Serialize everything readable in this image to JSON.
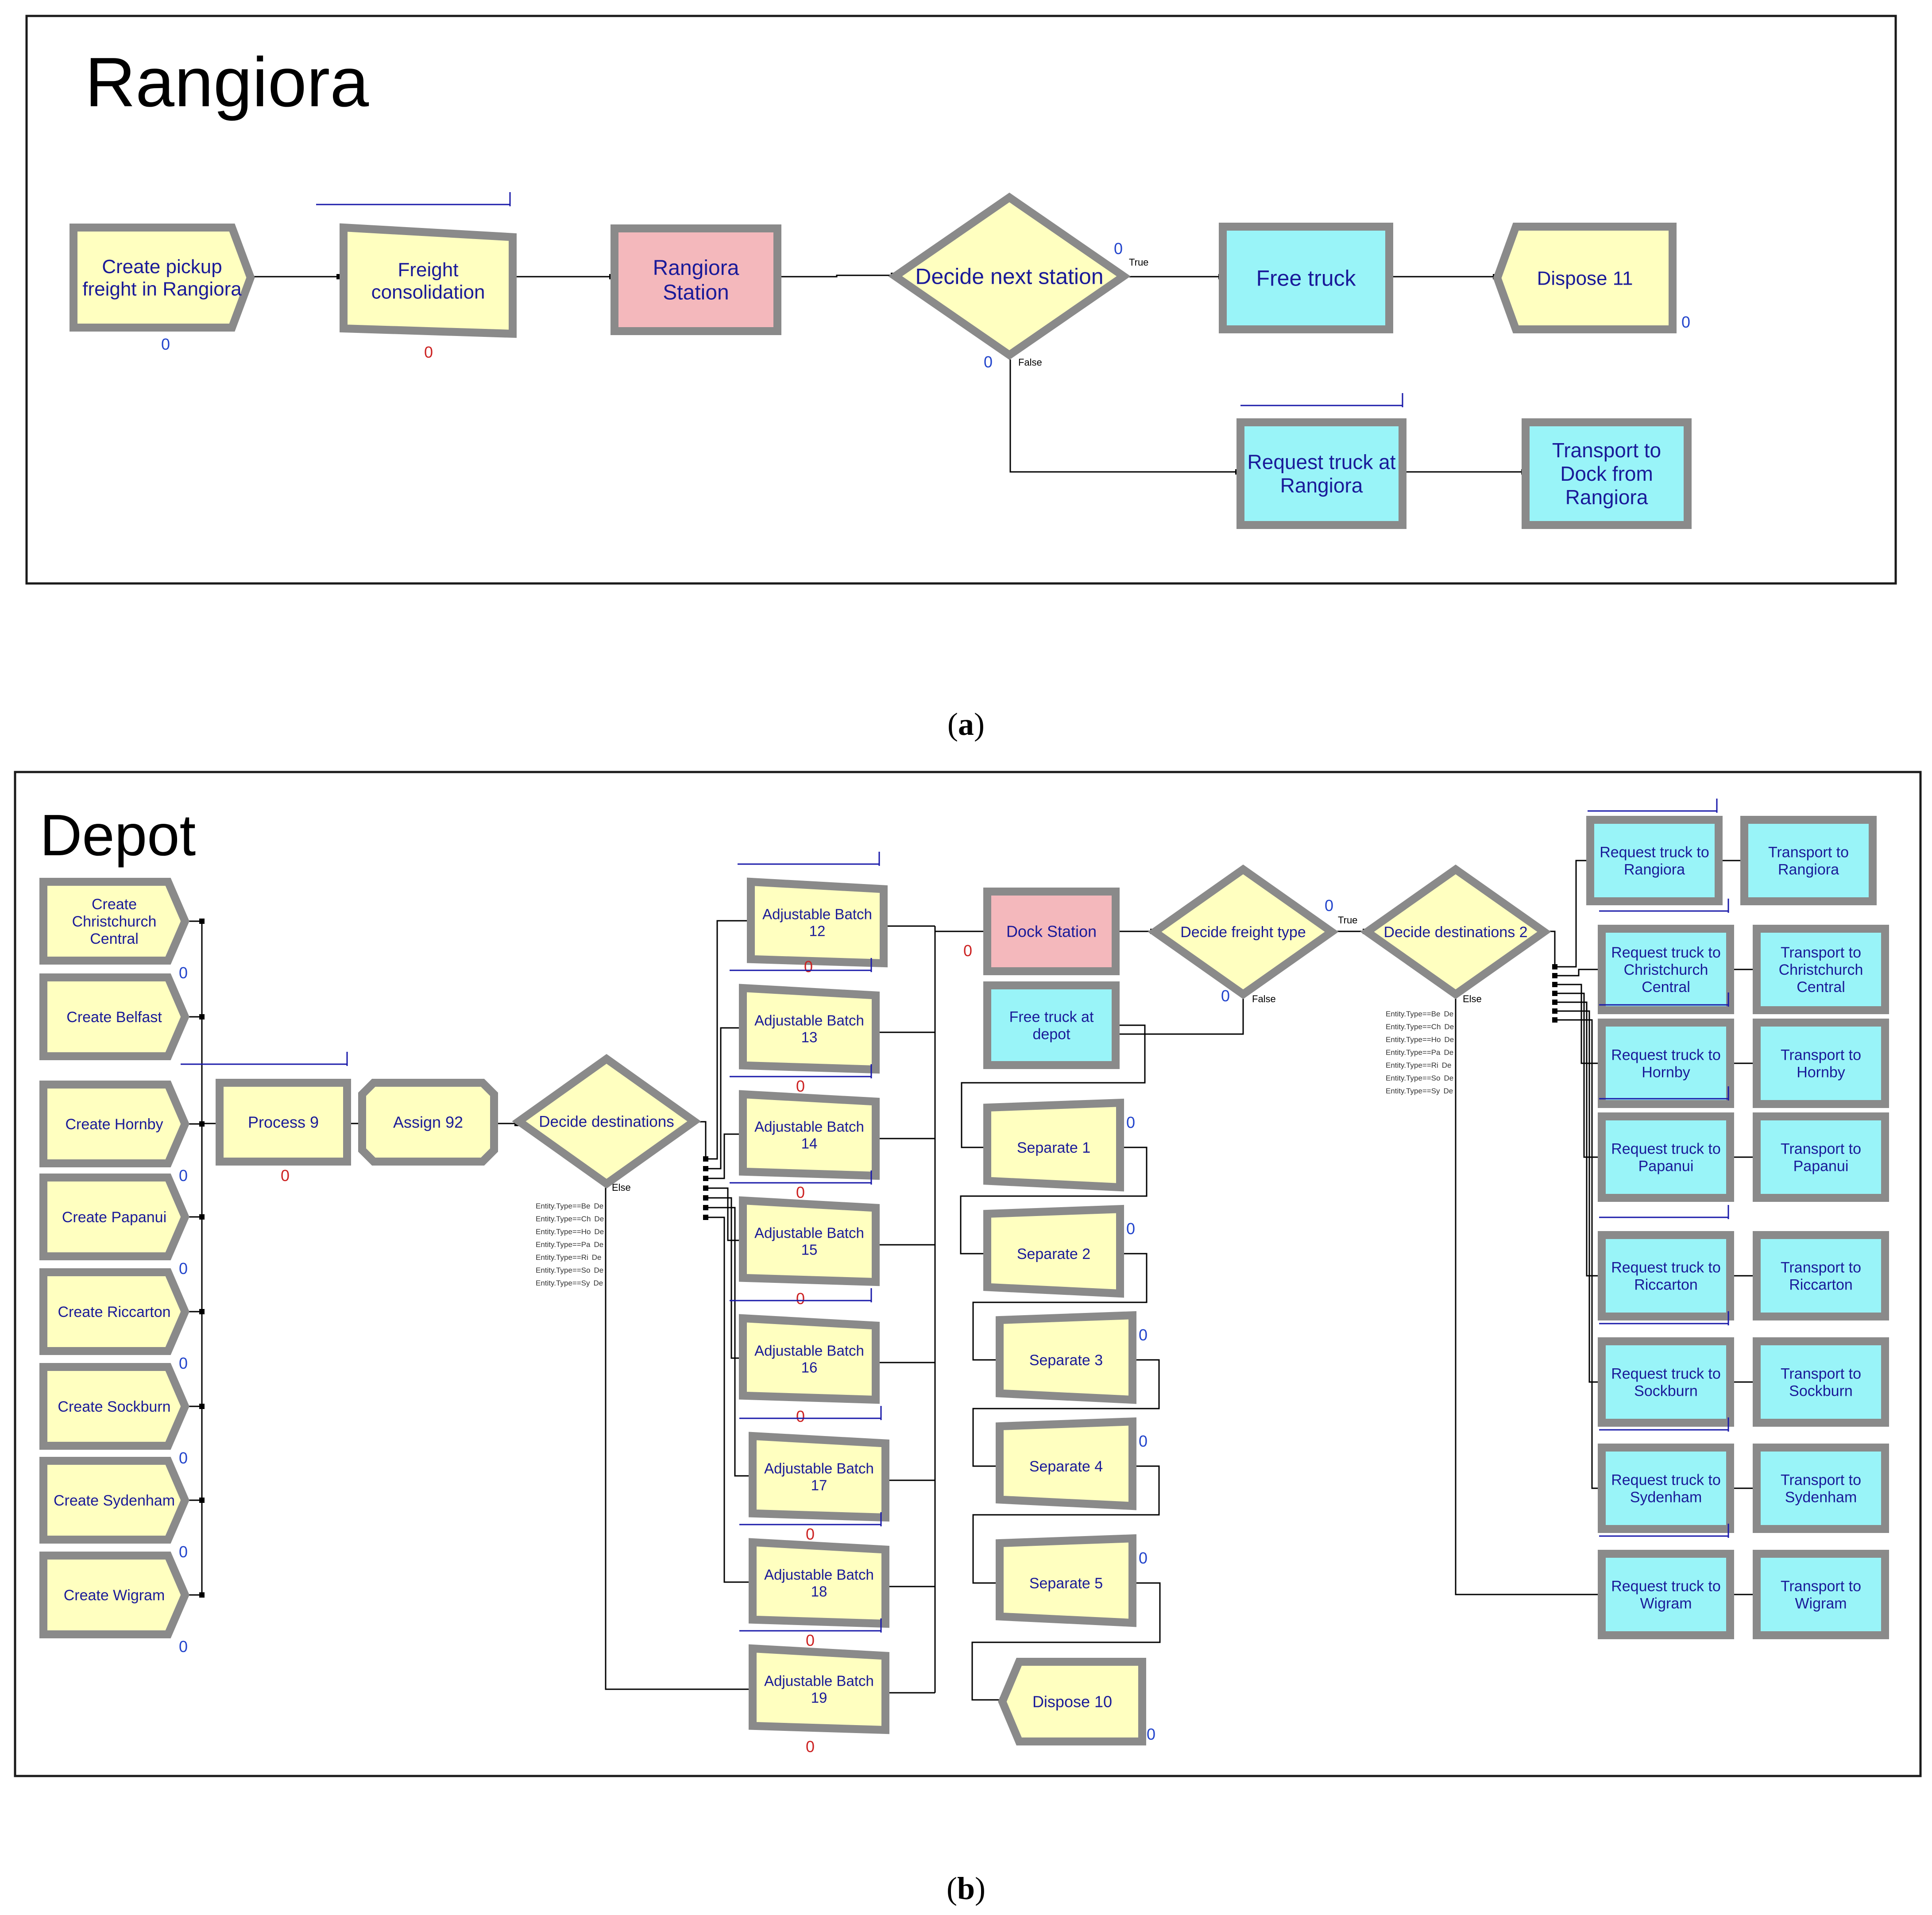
{
  "panel_a": {
    "title": "Rangiora",
    "caption": "(a)",
    "caption_letter": "a"
  },
  "panel_b": {
    "title": "Depot",
    "caption": "(b)",
    "caption_letter": "b"
  },
  "colors": {
    "create": "#ffffc0",
    "station": "#f4b8bc",
    "resource": "#99f4f8",
    "frame": "#8a8a8a",
    "label": "#1a1a99",
    "counter_blue": "#2244cc",
    "counter_red": "#cc2222",
    "queue": "#1a1aaa"
  },
  "modules_a": [
    {
      "id": "a_create",
      "label": "Create pickup\nfreight in Rangiora",
      "counter": "0"
    },
    {
      "id": "a_freight",
      "label": "Freight\nconsolidation",
      "counter": "0"
    },
    {
      "id": "a_station",
      "label": "Rangiora\nStation"
    },
    {
      "id": "a_decide",
      "label": "Decide next station",
      "counter_true": "0",
      "counter_false": "0",
      "true_label": "True",
      "false_label": "False"
    },
    {
      "id": "a_free",
      "label": "Free truck"
    },
    {
      "id": "a_dispose",
      "label": "Dispose 11",
      "counter": "0"
    },
    {
      "id": "a_request",
      "label": "Request truck at\nRangiora"
    },
    {
      "id": "a_transport",
      "label": "Transport to\nDock from\nRangiora"
    }
  ],
  "modules_b": [
    {
      "id": "b_c1",
      "label": "Create\nChristchurch\nCentral",
      "counter": "0"
    },
    {
      "id": "b_c2",
      "label": "Create Belfast"
    },
    {
      "id": "b_c3",
      "label": "Create Hornby",
      "counter": "0"
    },
    {
      "id": "b_c4",
      "label": "Create Papanui",
      "counter": "0"
    },
    {
      "id": "b_c5",
      "label": "Create Riccarton",
      "counter": "0"
    },
    {
      "id": "b_c6",
      "label": "Create Sockburn",
      "counter": "0"
    },
    {
      "id": "b_c7",
      "label": "Create Sydenham",
      "counter": "0"
    },
    {
      "id": "b_c8",
      "label": "Create Wigram",
      "counter": "0"
    },
    {
      "id": "b_proc",
      "label": "Process 9",
      "counter": "0"
    },
    {
      "id": "b_assign",
      "label": "Assign 92"
    },
    {
      "id": "b_dec1",
      "label": "Decide destinations",
      "else_label": "Else"
    },
    {
      "id": "b_ab12",
      "label": "Adjustable Batch\n12",
      "counter": "0"
    },
    {
      "id": "b_ab13",
      "label": "Adjustable Batch\n13",
      "counter": "0"
    },
    {
      "id": "b_ab14",
      "label": "Adjustable Batch\n14",
      "counter": "0"
    },
    {
      "id": "b_ab15",
      "label": "Adjustable Batch\n15",
      "counter": "0"
    },
    {
      "id": "b_ab16",
      "label": "Adjustable Batch\n16",
      "counter": "0"
    },
    {
      "id": "b_ab17",
      "label": "Adjustable Batch\n17",
      "counter": "0"
    },
    {
      "id": "b_ab18",
      "label": "Adjustable Batch\n18",
      "counter": "0"
    },
    {
      "id": "b_ab19",
      "label": "Adjustable Batch\n19",
      "counter": "0"
    },
    {
      "id": "b_dock",
      "label": "Dock Station",
      "counter": "0"
    },
    {
      "id": "b_freeD",
      "label": "Free truck at\ndepot"
    },
    {
      "id": "b_s1",
      "label": "Separate 1",
      "counter": "0"
    },
    {
      "id": "b_s2",
      "label": "Separate 2",
      "counter": "0"
    },
    {
      "id": "b_s3",
      "label": "Separate 3",
      "counter": "0"
    },
    {
      "id": "b_s4",
      "label": "Separate 4",
      "counter": "0"
    },
    {
      "id": "b_s5",
      "label": "Separate 5",
      "counter": "0"
    },
    {
      "id": "b_disp10",
      "label": "Dispose 10",
      "counter": "0"
    },
    {
      "id": "b_dec2",
      "label": "Decide freight type",
      "counter_true": "0",
      "counter_false": "0",
      "true_label": "True",
      "false_label": "False"
    },
    {
      "id": "b_dec3",
      "label": "Decide destinations 2",
      "else_label": "Else"
    },
    {
      "id": "b_rq1",
      "label": "Request truck to\nRangiora"
    },
    {
      "id": "b_rq2",
      "label": "Request truck to\nChristchurch\nCentral"
    },
    {
      "id": "b_rq3",
      "label": "Request truck to\nHornby"
    },
    {
      "id": "b_rq4",
      "label": "Request truck to\nPapanui"
    },
    {
      "id": "b_rq5",
      "label": "Request truck to\nRiccarton"
    },
    {
      "id": "b_rq6",
      "label": "Request truck to\nSockburn"
    },
    {
      "id": "b_rq7",
      "label": "Request truck to\nSydenham"
    },
    {
      "id": "b_rq8",
      "label": "Request truck to\nWigram"
    },
    {
      "id": "b_tr1",
      "label": "Transport to\nRangiora"
    },
    {
      "id": "b_tr2",
      "label": "Transport to\nChristchurch\nCentral"
    },
    {
      "id": "b_tr3",
      "label": "Transport to\nHornby"
    },
    {
      "id": "b_tr4",
      "label": "Transport to\nPapanui"
    },
    {
      "id": "b_tr5",
      "label": "Transport to\nRiccarton"
    },
    {
      "id": "b_tr6",
      "label": "Transport to\nSockburn"
    },
    {
      "id": "b_tr7",
      "label": "Transport to\nSydenham"
    },
    {
      "id": "b_tr8",
      "label": "Transport to\nWigram"
    }
  ],
  "conditions_dec1": [
    "Entity.Type==Be",
    "Entity.Type==Ch",
    "Entity.Type==Ho",
    "Entity.Type==Pa",
    "Entity.Type==Ri",
    "Entity.Type==So",
    "Entity.Type==Sy"
  ],
  "conditions_dec3": [
    "Entity.Type==Be",
    "Entity.Type==Ch",
    "Entity.Type==Ho",
    "Entity.Type==Pa",
    "Entity.Type==Ri",
    "Entity.Type==So",
    "Entity.Type==Sy"
  ],
  "condition_suffix": "De"
}
